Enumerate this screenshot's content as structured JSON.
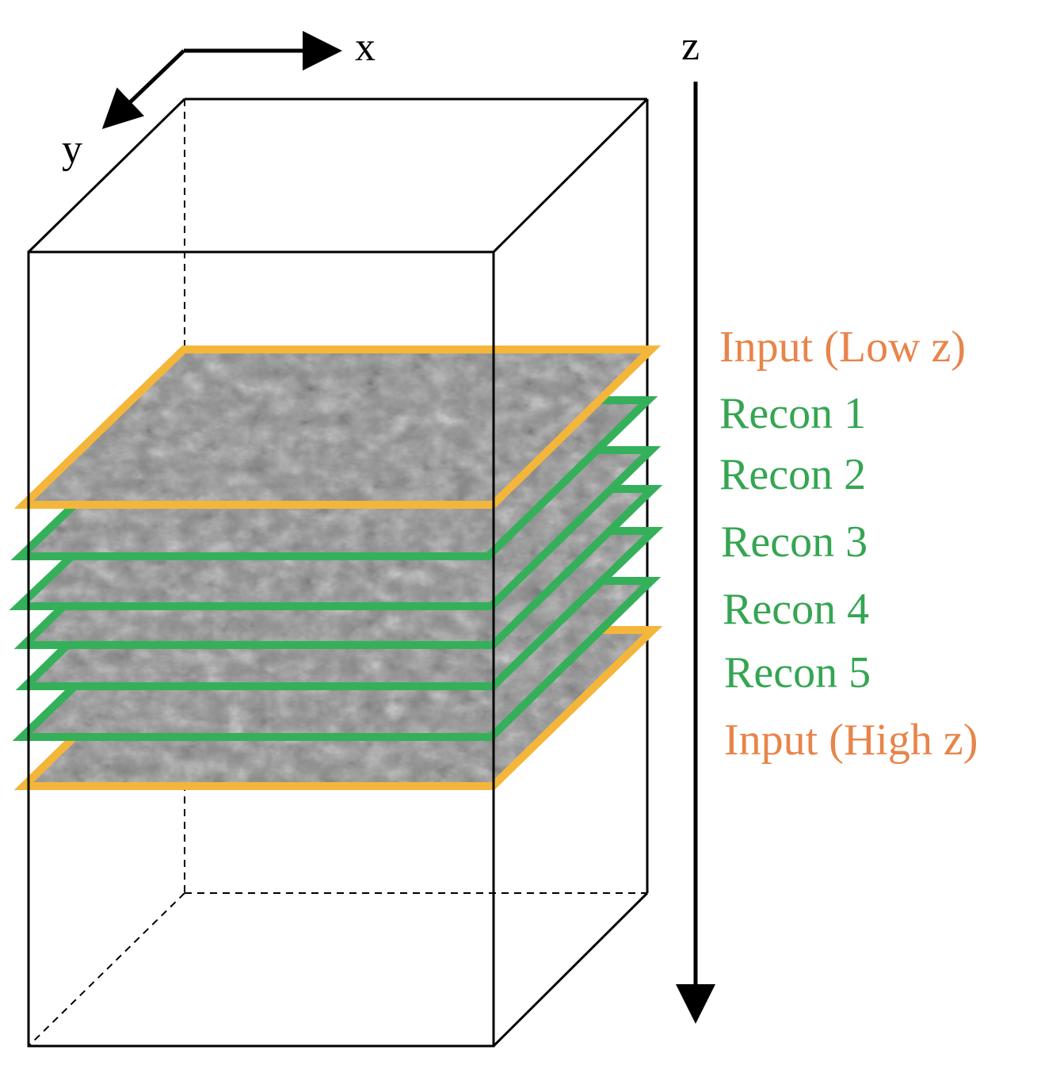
{
  "axes": {
    "x_label": "x",
    "y_label": "y",
    "z_label": "z"
  },
  "slices": [
    {
      "id": "input-low",
      "label": "Input (Low z)",
      "kind": "input"
    },
    {
      "id": "recon-1",
      "label": "Recon 1",
      "kind": "recon"
    },
    {
      "id": "recon-2",
      "label": "Recon 2",
      "kind": "recon"
    },
    {
      "id": "recon-3",
      "label": "Recon 3",
      "kind": "recon"
    },
    {
      "id": "recon-4",
      "label": "Recon 4",
      "kind": "recon"
    },
    {
      "id": "recon-5",
      "label": "Recon 5",
      "kind": "recon"
    },
    {
      "id": "input-high",
      "label": "Input (High z)",
      "kind": "input"
    }
  ],
  "colors": {
    "input_border": "#f4b63a",
    "input_label": "#e8844a",
    "recon_border": "#35b05a",
    "recon_label": "#35a552",
    "slice_fill": "#8a8a8a",
    "box_line": "#000000"
  }
}
